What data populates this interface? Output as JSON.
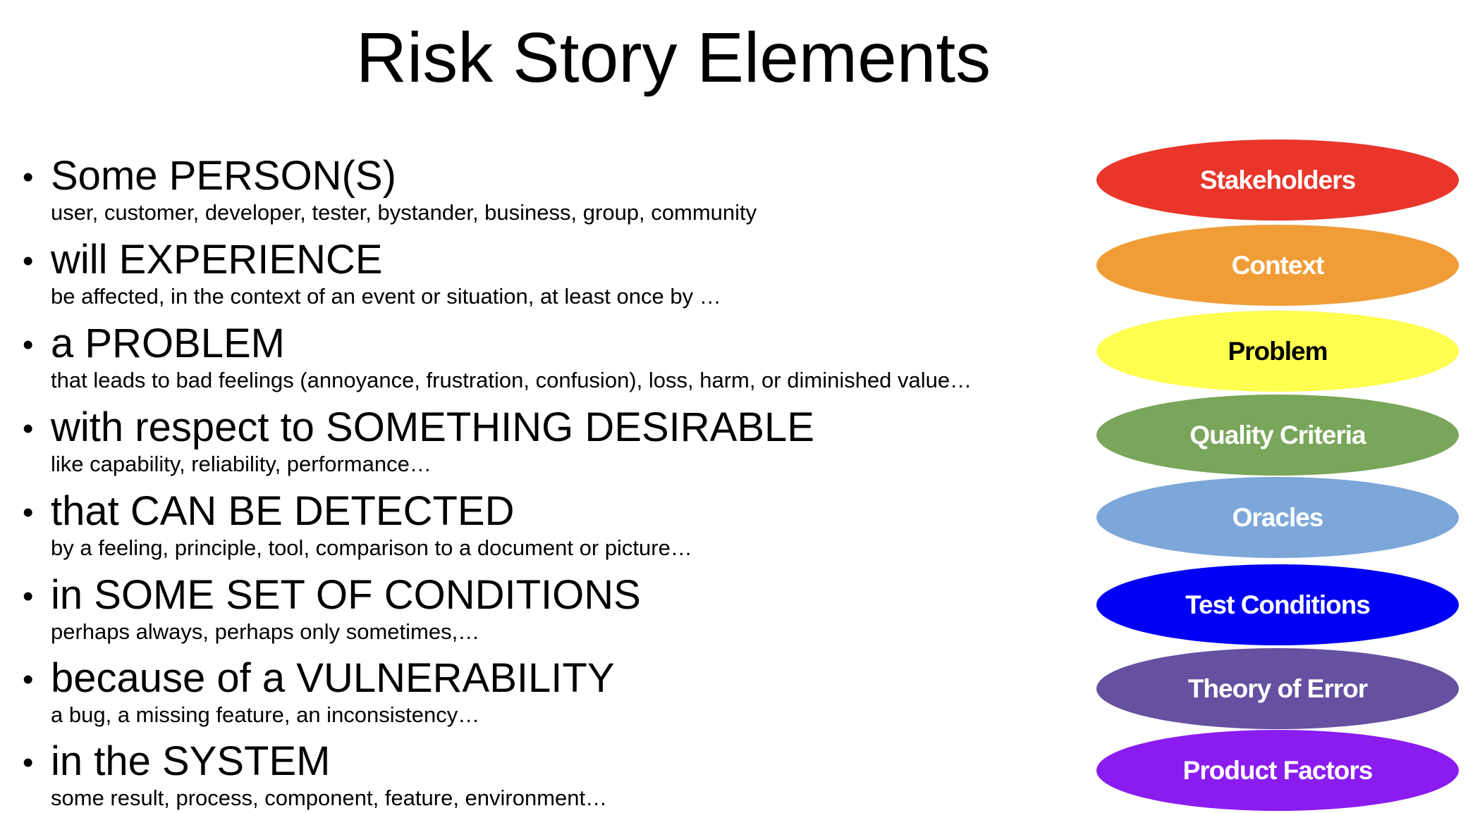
{
  "title": "Risk Story Elements",
  "items": [
    {
      "main": "Some PERSON(S)",
      "sub": "user, customer, developer, tester, bystander, business, group, community"
    },
    {
      "main": "will EXPERIENCE",
      "sub": "be affected, in the context of an event or situation, at least once by …"
    },
    {
      "main": "a PROBLEM",
      "sub": "that leads to bad feelings (annoyance, frustration, confusion), loss, harm, or diminished value…"
    },
    {
      "main": "with respect to SOMETHING DESIRABLE",
      "sub": "like capability, reliability, performance…"
    },
    {
      "main": "that CAN BE DETECTED",
      "sub": "by a feeling, principle, tool, comparison to a document or picture…"
    },
    {
      "main": "in SOME SET OF CONDITIONS",
      "sub": "perhaps always, perhaps only sometimes,…"
    },
    {
      "main": "because of a VULNERABILITY",
      "sub": "a bug, a missing feature, an inconsistency…"
    },
    {
      "main": "in the SYSTEM",
      "sub": "some result, process, component, feature, environment…"
    }
  ],
  "bullet_glyph": "•",
  "elements": [
    {
      "label": "Stakeholders",
      "color": "#E9352A",
      "text_color": "#FFFFFF"
    },
    {
      "label": "Context",
      "color": "#F09D38",
      "text_color": "#FFFFFF"
    },
    {
      "label": "Problem",
      "color": "#FFFF50",
      "text_color": "#000000"
    },
    {
      "label": "Quality Criteria",
      "color": "#79A65A",
      "text_color": "#FFFFFF"
    },
    {
      "label": "Oracles",
      "color": "#7DA7D9",
      "text_color": "#FFFFFF"
    },
    {
      "label": "Test Conditions",
      "color": "#0000F5",
      "text_color": "#FFFFFF"
    },
    {
      "label": "Theory of Error",
      "color": "#6650A0",
      "text_color": "#FFFFFF"
    },
    {
      "label": "Product Factors",
      "color": "#8B1CF0",
      "text_color": "#FFFFFF"
    }
  ]
}
